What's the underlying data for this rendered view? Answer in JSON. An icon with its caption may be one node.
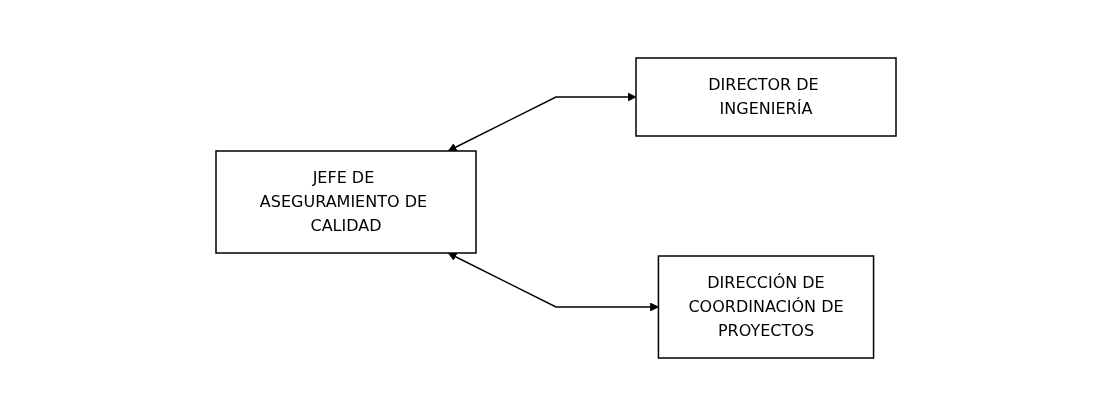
{
  "diagram": {
    "nodes": [
      {
        "text": [
          "JEFE DE ASEGURAMIENTO DE CALIDAD"
        ]
      },
      {
        "text": [
          "DIRECTOR DE INGENIERÍA"
        ]
      },
      {
        "text": [
          "DIRECCIÓN DE COORDINACIÓN DE PROYECTOS"
        ]
      }
    ],
    "edges": [
      {
        "from": 0,
        "to": 1,
        "arrow": "both"
      },
      {
        "from": 0,
        "to": 2,
        "arrow": "both"
      }
    ]
  }
}
